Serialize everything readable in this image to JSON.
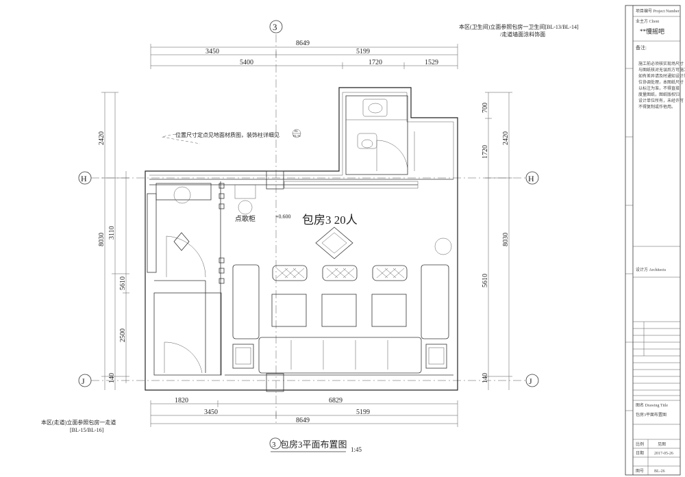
{
  "drawing": {
    "title": "包房3平面布置图",
    "scale": "1:45",
    "room_label": "包房3  20人",
    "level_mark": "+0.600",
    "cabinet_label": "点歌柜",
    "note_top_right": [
      "本区(卫生间)立面参照包房一卫生间[BL-13/BL-14]",
      "/走道墙面涂料饰面"
    ],
    "note_bottom_left": [
      "本区(走道)立面参照包房一走道",
      "[BL-15/BL-16]"
    ],
    "note_callout": "位置尺寸定点见地面材质图，装饰柱详细见",
    "callout_ref": [
      "BL",
      "BL-56"
    ],
    "axis": {
      "top": "3",
      "left": "H",
      "right": "H",
      "bottom_left": "J",
      "bottom_right": "J",
      "title_marker": "3"
    }
  },
  "dimensions": {
    "top_row1": [
      "8649"
    ],
    "top_row2": [
      "3450",
      "5199"
    ],
    "top_row3": [
      "5400",
      "1720",
      "1529"
    ],
    "bottom_row1": [
      "1820",
      "6829"
    ],
    "bottom_row2": [
      "3450",
      "5199"
    ],
    "bottom_row3": [
      "8649"
    ],
    "left_outer": [
      "2420",
      "8030",
      "140"
    ],
    "left_mid": [
      "3110",
      "5610"
    ],
    "left_inner": [
      "2500"
    ],
    "left_total": [
      "5610"
    ],
    "right_outer": [
      "700",
      "2420",
      "1720",
      "8030",
      "140"
    ],
    "right_inner": [
      "5610"
    ]
  },
  "title_block": {
    "project_number": "项目编号 Project Number",
    "client": "业主方 Client",
    "client_name": "**慢摇吧",
    "notes_label": "备注:",
    "notes_text": [
      "施工前必须核实现场尺寸",
      "与图纸核对无误后方可施工，",
      "如有差异请及时通知设计单",
      "位协调处理，本图纸尺寸",
      "以标注为准，不得直接",
      "度量图纸，图纸版权归",
      "设计单位所有，未经许可",
      "不得复制或作他用。"
    ],
    "architect": "设计方 Architects",
    "drawing_title_label": "图名 Drawing Title",
    "drawing_title_value": "包房3平面布置图",
    "scale_label": "比例",
    "scale_value": "见图",
    "date_label": "日期",
    "date_value": "2017-05-26",
    "sheet_label": "图号",
    "sheet_value": "BL-26"
  }
}
